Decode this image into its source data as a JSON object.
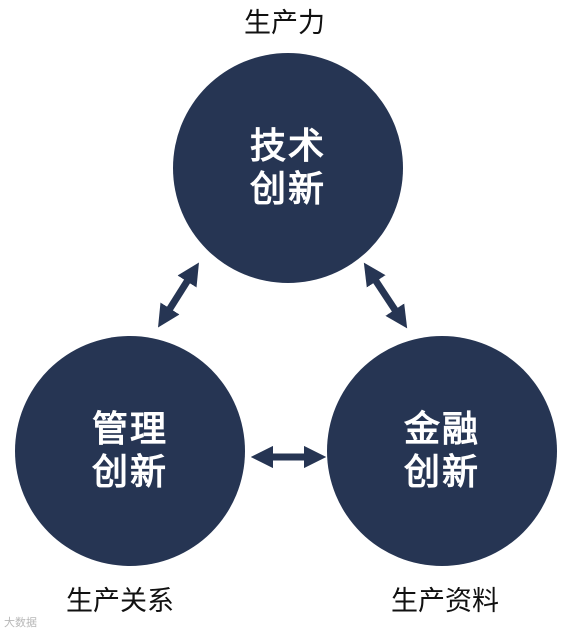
{
  "labels": {
    "top": "生产力",
    "bottom_left": "生产关系",
    "bottom_right": "生产资料"
  },
  "nodes": {
    "tech": {
      "line1": "技术",
      "line2": "创新"
    },
    "management": {
      "line1": "管理",
      "line2": "创新"
    },
    "finance": {
      "line1": "金融",
      "line2": "创新"
    }
  },
  "colors": {
    "node_fill": "#263553",
    "node_text": "#ffffff",
    "arrow": "#263553"
  },
  "watermark": "大数据"
}
